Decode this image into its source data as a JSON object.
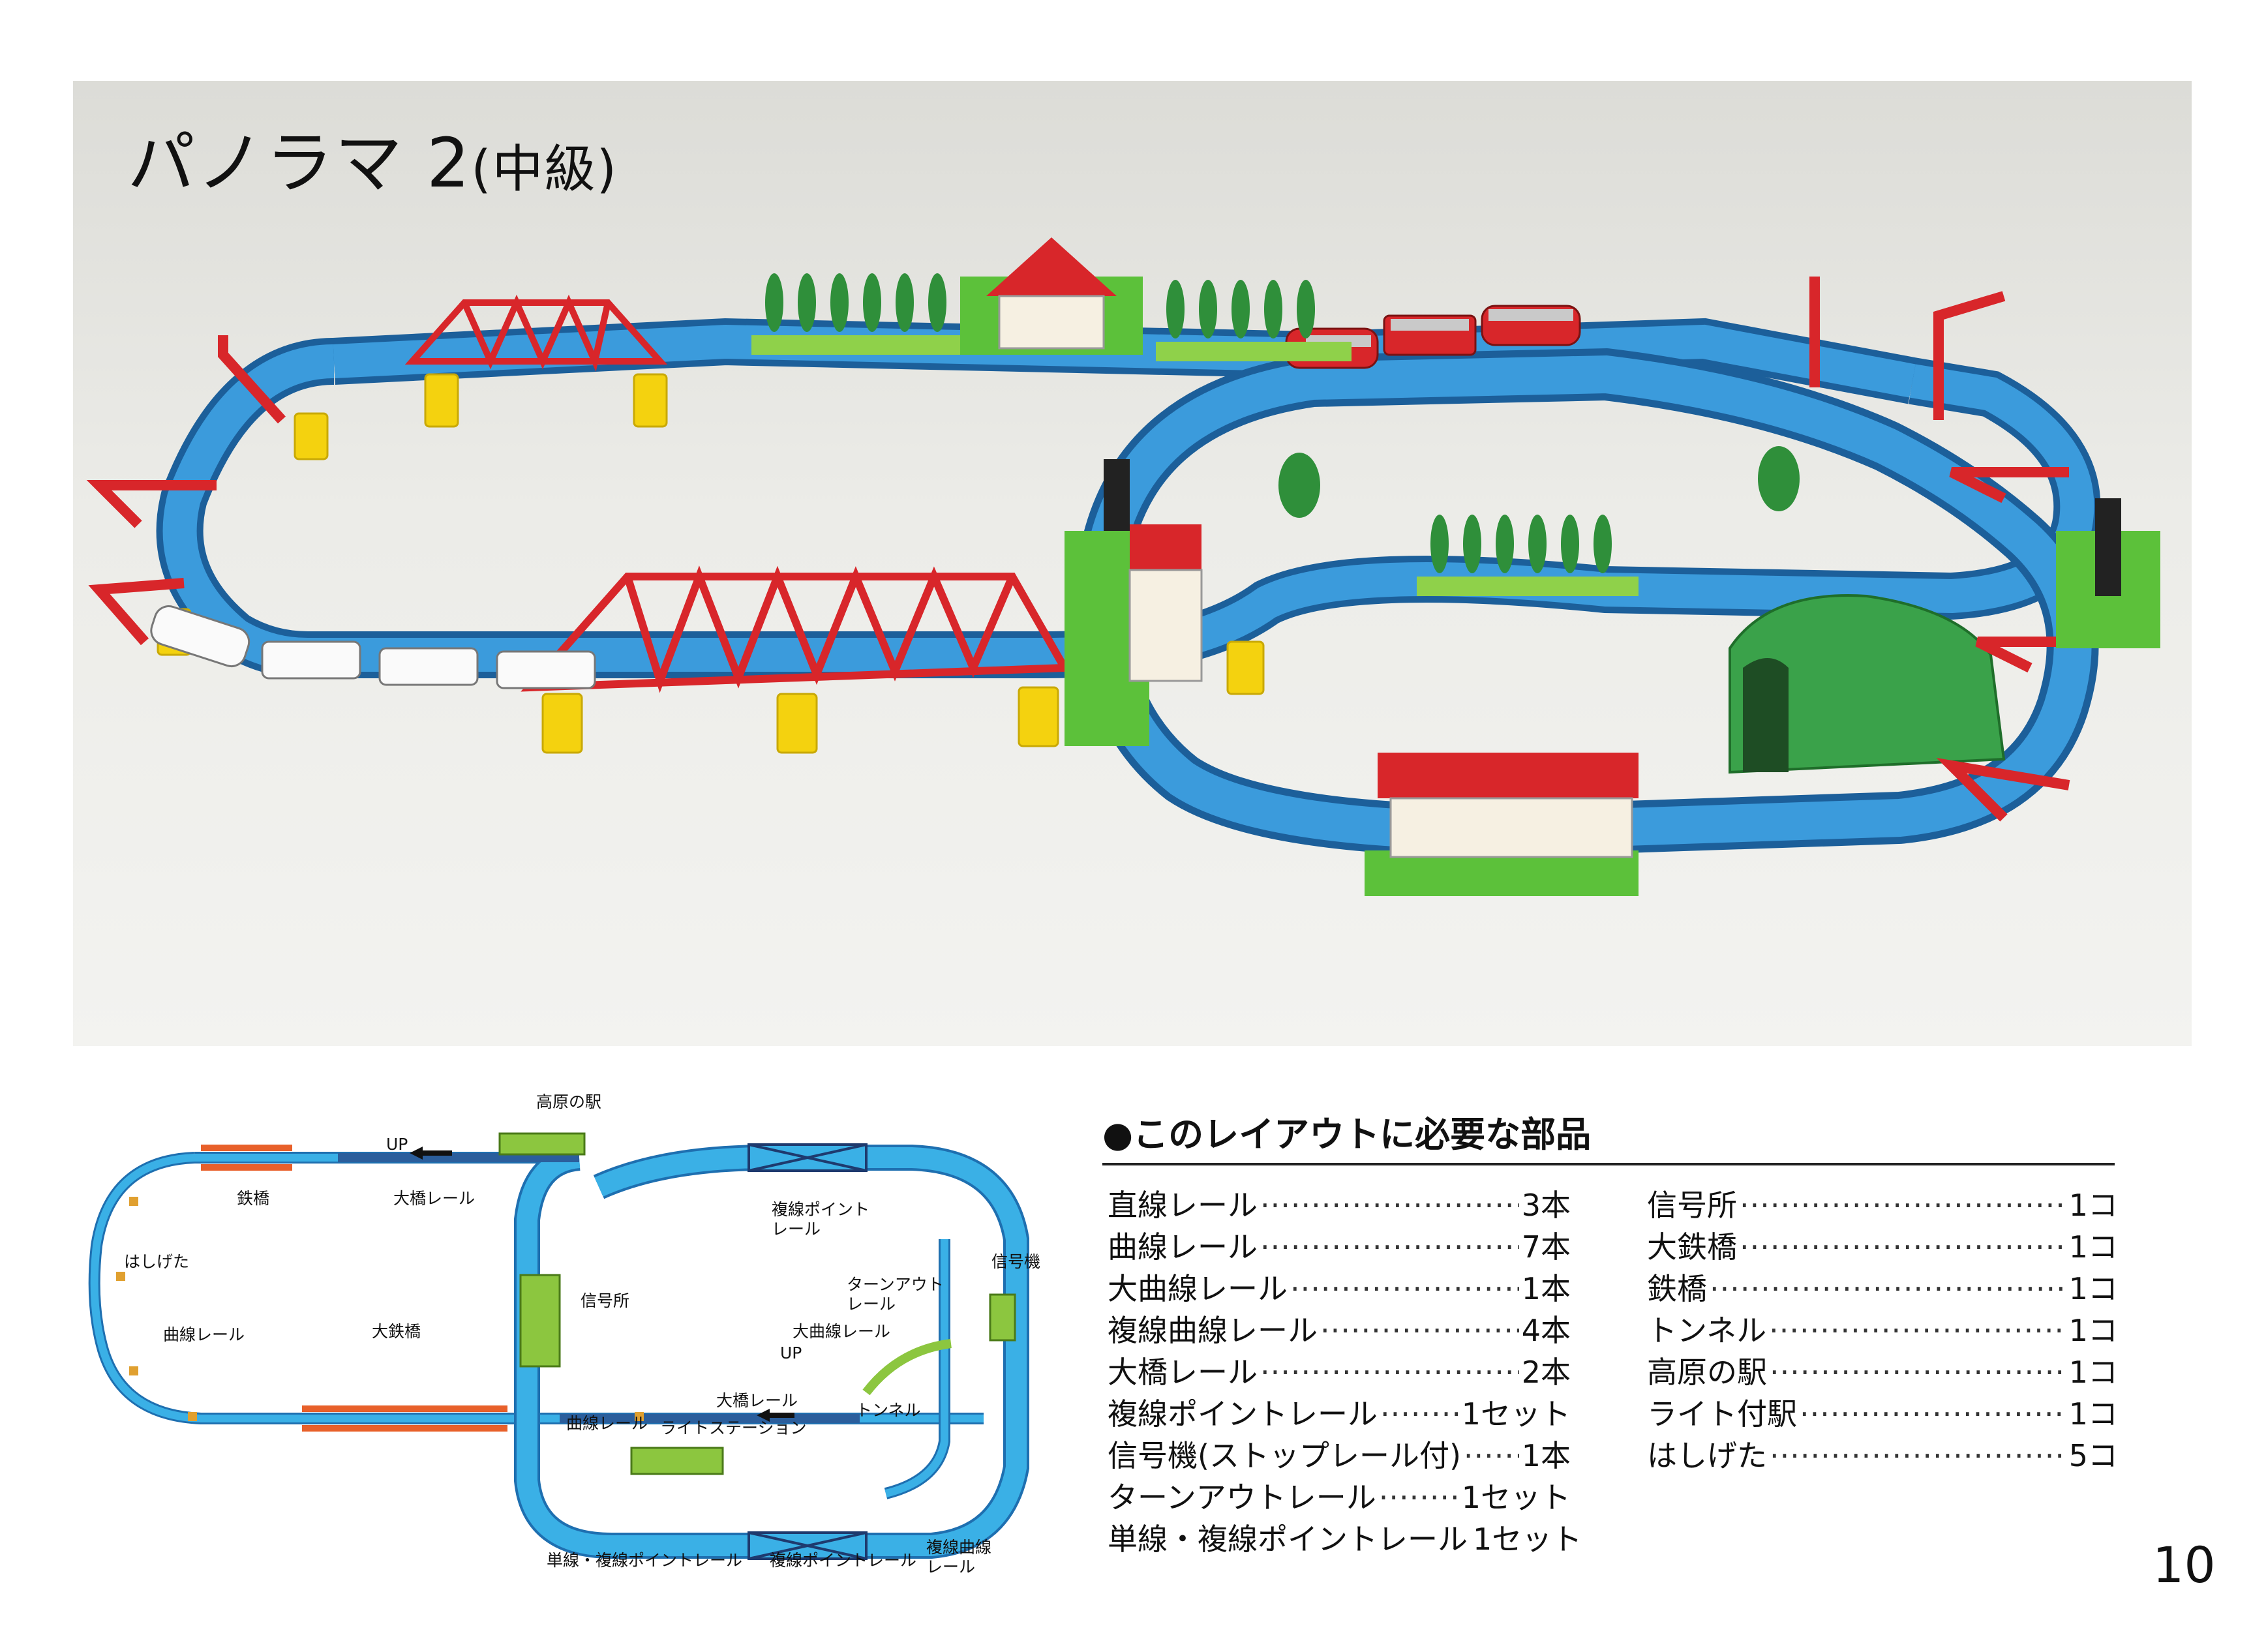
{
  "photo": {
    "title_main": "パノラマ 2",
    "title_paren": "(中級)"
  },
  "diagram": {
    "labels": {
      "kogen_station": "高原の駅",
      "up_top": "UP",
      "tekkyo": "鉄橋",
      "ohashi_rail_top": "大橋レール",
      "fukusen_point_rail": "複線ポイント\nレール",
      "hashigeta": "はしげた",
      "shingosho": "信号所",
      "turnout_rail": "ターンアウト\nレール",
      "shingoki": "信号機",
      "ookyokusen_rail": "大曲線レール",
      "kyokusen_rail_left": "曲線レール",
      "daitekkyo": "大鉄橋",
      "up_bottom": "UP",
      "ohashi_rail_bottom": "大橋レール",
      "tunnel": "トンネル",
      "kyokusen_rail_inner": "曲線レール",
      "light_station": "ライトステーション",
      "single_double_point": "単線・複線ポイントレール",
      "fukusen_point_rail_bottom": "複線ポイントレール",
      "fukusen_kyokusen_rail": "複線曲線\nレール"
    }
  },
  "parts": {
    "heading": "●このレイアウトに必要な部品",
    "left": [
      {
        "name": "直線レール",
        "qty": "3本"
      },
      {
        "name": "曲線レール",
        "qty": "7本"
      },
      {
        "name": "大曲線レール",
        "qty": "1本"
      },
      {
        "name": "複線曲線レール",
        "qty": "4本"
      },
      {
        "name": "大橋レール",
        "qty": "2本"
      },
      {
        "name": "複線ポイントレール",
        "qty": "1セット"
      },
      {
        "name": "信号機(ストップレール付)",
        "qty": "1本"
      },
      {
        "name": "ターンアウトレール",
        "qty": "1セット"
      },
      {
        "name": "単線・複線ポイントレール",
        "qty": "1セット"
      }
    ],
    "right": [
      {
        "name": "信号所",
        "qty": "1コ"
      },
      {
        "name": "大鉄橋",
        "qty": "1コ"
      },
      {
        "name": "鉄橋",
        "qty": "1コ"
      },
      {
        "name": "トンネル",
        "qty": "1コ"
      },
      {
        "name": "高原の駅",
        "qty": "1コ"
      },
      {
        "name": "ライト付駅",
        "qty": "1コ"
      },
      {
        "name": "はしげた",
        "qty": "5コ"
      }
    ]
  },
  "page_number": "10",
  "colors": {
    "track_blue": "#2f8fd2",
    "track_dark": "#1c5f9a",
    "bridge_red": "#d8262a",
    "pier_yellow": "#f4d20f",
    "grass_green": "#5cc13a",
    "tunnel_green": "#3aa24a",
    "diagram_orange": "#e8602a",
    "diagram_green": "#8cc63f"
  }
}
